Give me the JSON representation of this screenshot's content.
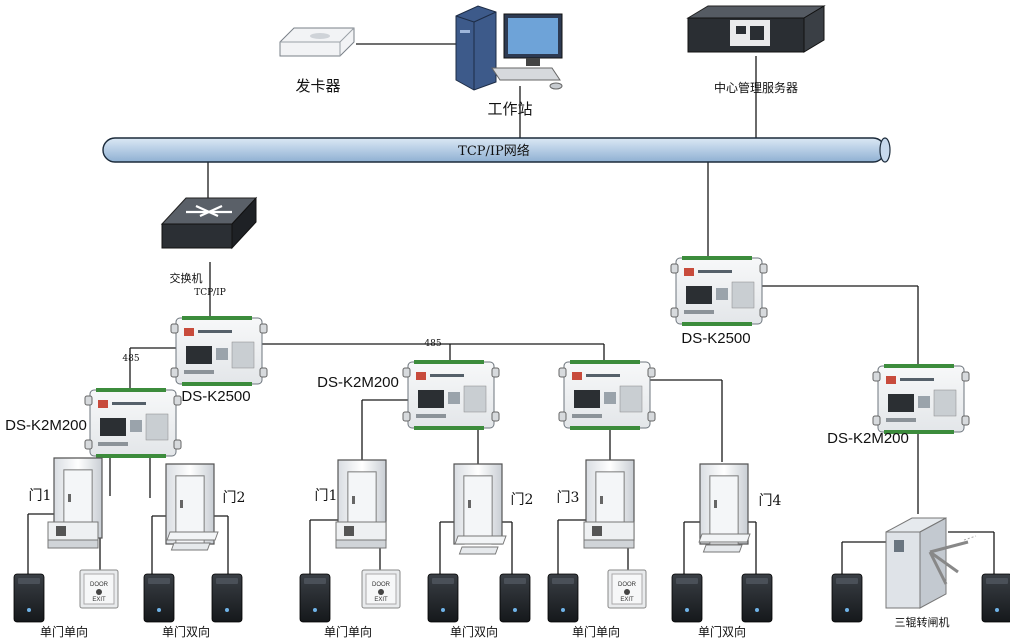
{
  "network": {
    "label": "TCP/IP网络"
  },
  "top": {
    "card_issuer": "发卡器",
    "workstation": "工作站",
    "server": "中心管理服务器"
  },
  "switch": {
    "label": "交换机",
    "link": "TCP/IP"
  },
  "bus_label_left": "485",
  "bus_label_mid": "485",
  "controllers": {
    "main_left": "DS-K2500",
    "main_right": "DS-K2500",
    "sub_1": "DS-K2M200",
    "sub_2": "DS-K2M200",
    "sub_4": "DS-K2M200"
  },
  "doors": [
    "门1",
    "门2",
    "门1",
    "门2",
    "门3",
    "门4"
  ],
  "captions": [
    "单门单向",
    "单门双向",
    "单门单向",
    "单门双向",
    "单门单向",
    "单门双向",
    "三辊转闸机"
  ],
  "exit_button_text": "DOOR\nEXIT"
}
